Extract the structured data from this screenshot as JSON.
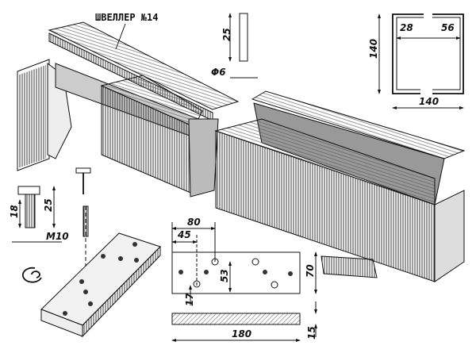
{
  "title_label": "ШВЕЛЛЕР №14",
  "pin": {
    "length": "25",
    "diameter": "Φ6"
  },
  "channel_section": {
    "height": "140",
    "width": "140",
    "flange_left": "28",
    "flange_right": "56"
  },
  "bolt": {
    "thread_length": "18",
    "length": "25",
    "thread": "M10"
  },
  "plate_plan": {
    "dim_80": "80",
    "dim_45": "45",
    "dim_53": "53",
    "dim_70": "70",
    "dim_17": "17"
  },
  "plate_section": {
    "length": "180",
    "thickness": "15"
  }
}
